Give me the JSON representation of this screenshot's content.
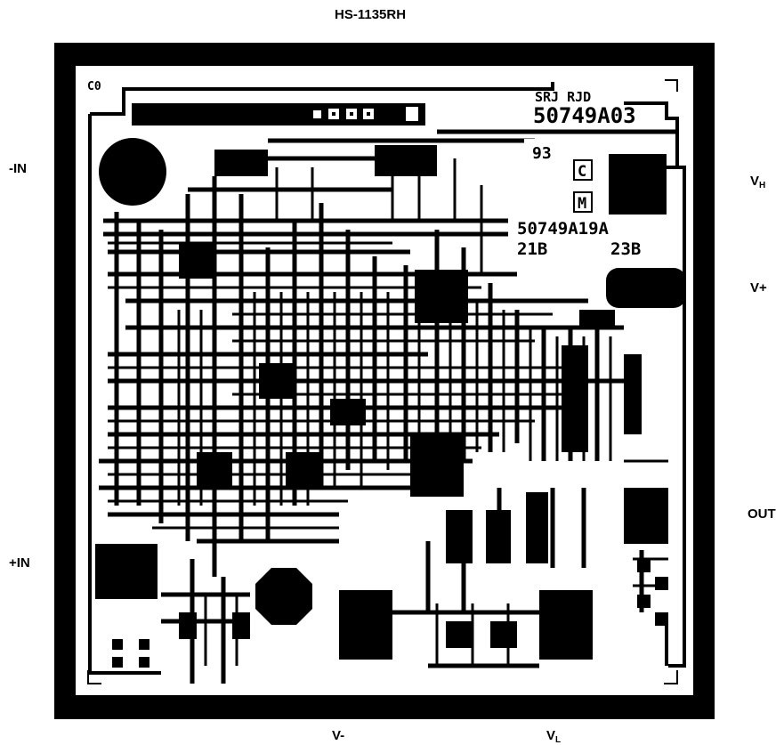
{
  "title": "HS-1135RH",
  "pins": {
    "minus_in": "-IN",
    "plus_in": "+IN",
    "vh_main": "V",
    "vh_sub": "H",
    "vplus": "V+",
    "out": "OUT",
    "vminus": "V-",
    "vl_main": "V",
    "vl_sub": "L"
  },
  "die_markings": {
    "corner_mark": "C0",
    "designers": "SRJ RJD",
    "top_part_number": "50749A03",
    "year": "93",
    "copyright_glyph": "C",
    "mask_glyph": "M",
    "mid_part_number": "50749A19A",
    "rev_left": "21B",
    "rev_right": "23B"
  },
  "colors": {
    "metal": "#000000",
    "background": "#ffffff"
  }
}
